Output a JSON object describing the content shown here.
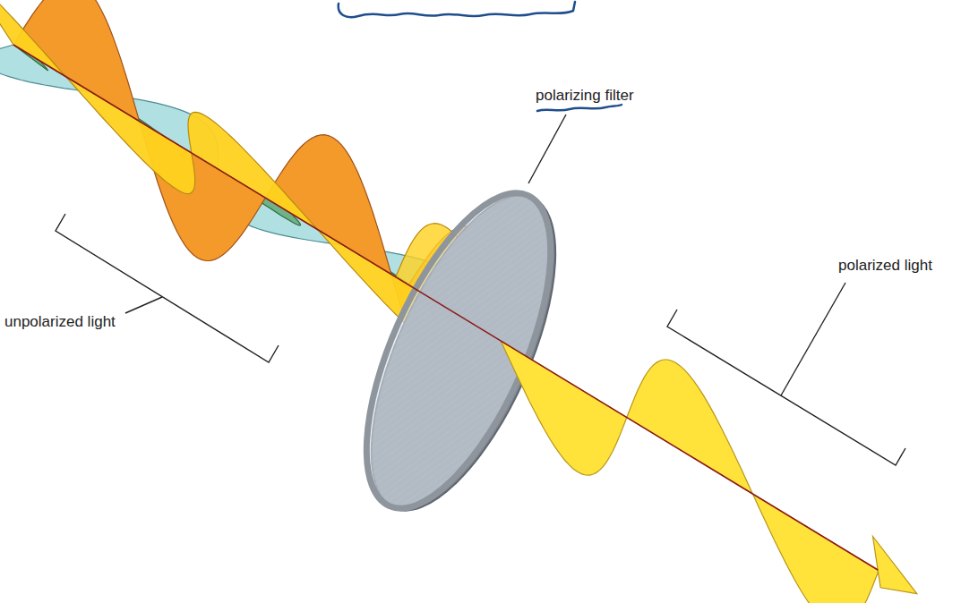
{
  "diagram": {
    "labels": [
      "polarizing filter",
      "polarized light",
      "unpolarized light"
    ]
  }
}
